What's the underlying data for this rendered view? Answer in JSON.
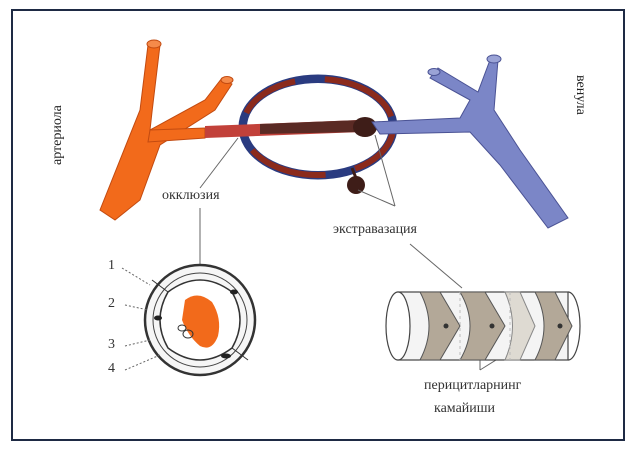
{
  "labels": {
    "arteriole": "артериола",
    "venule": "венула",
    "occlusion": "окклюзия",
    "extravasation": "экстравазация",
    "pericytes_line1": "перицитларнинг",
    "pericytes_line2": "камайиши"
  },
  "part_numbers": [
    "1",
    "2",
    "3",
    "4"
  ],
  "colors": {
    "arteriole": "#f26a1b",
    "venule": "#7b86c7",
    "capillary_dark": "#5a2a24",
    "border": "#1e2a44"
  }
}
